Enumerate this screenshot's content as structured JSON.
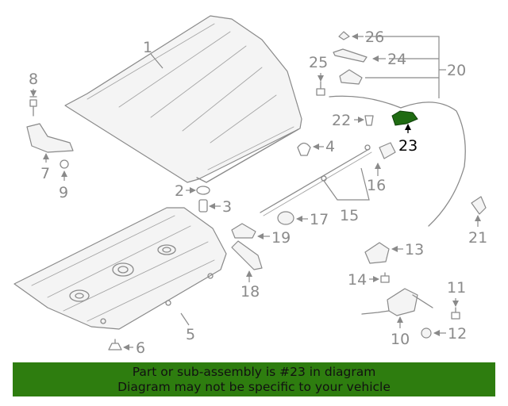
{
  "callouts": {
    "c1": "1",
    "c2": "2",
    "c3": "3",
    "c4": "4",
    "c5": "5",
    "c6": "6",
    "c7": "7",
    "c8": "8",
    "c9": "9",
    "c10": "10",
    "c11": "11",
    "c12": "12",
    "c13": "13",
    "c14": "14",
    "c15": "15",
    "c16": "16",
    "c17": "17",
    "c18": "18",
    "c19": "19",
    "c20": "20",
    "c21": "21",
    "c22": "22",
    "c23": "23",
    "c24": "24",
    "c25": "25",
    "c26": "26"
  },
  "highlighted_part": "23",
  "colors": {
    "highlight": "#1f6b12",
    "banner": "#2e7d0f",
    "line": "#8a8a8a"
  },
  "banner": {
    "line1": "Part or sub-assembly is #23 in diagram",
    "line2": "Diagram may not be specific to your vehicle"
  }
}
